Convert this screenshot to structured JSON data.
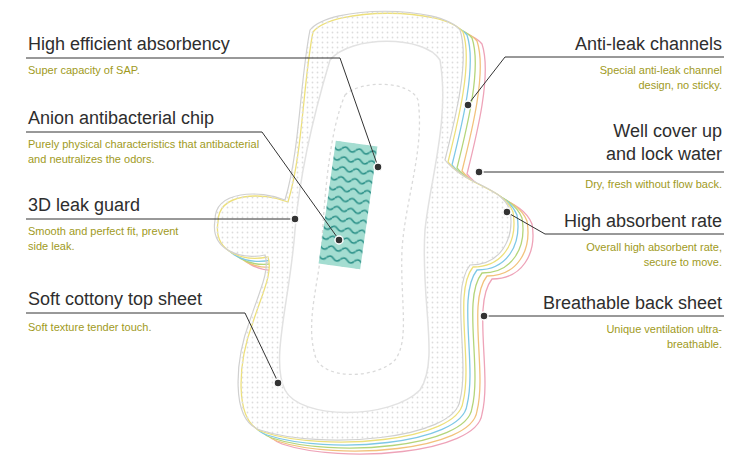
{
  "diagram": {
    "labels": [
      "High efficient absorbency",
      "Super capacity of SAP.",
      "Anion antibacterial chip",
      "Purely physical characteristics that antibacterial and neutralizes the odors.",
      "3D leak guard",
      "Smooth and perfect fit, prevent side leak.",
      "Soft cottony top sheet",
      "Soft texture tender touch.",
      "Anti-leak channels",
      "Special anti-leak channel design, no sticky.",
      "Well cover up and lock water",
      "Dry, fresh without flow back.",
      "High absorbent rate",
      "Overall high absorbent rate, secure to move.",
      "Breathable back sheet",
      "Unique ventilation ultra-breathable."
    ]
  }
}
